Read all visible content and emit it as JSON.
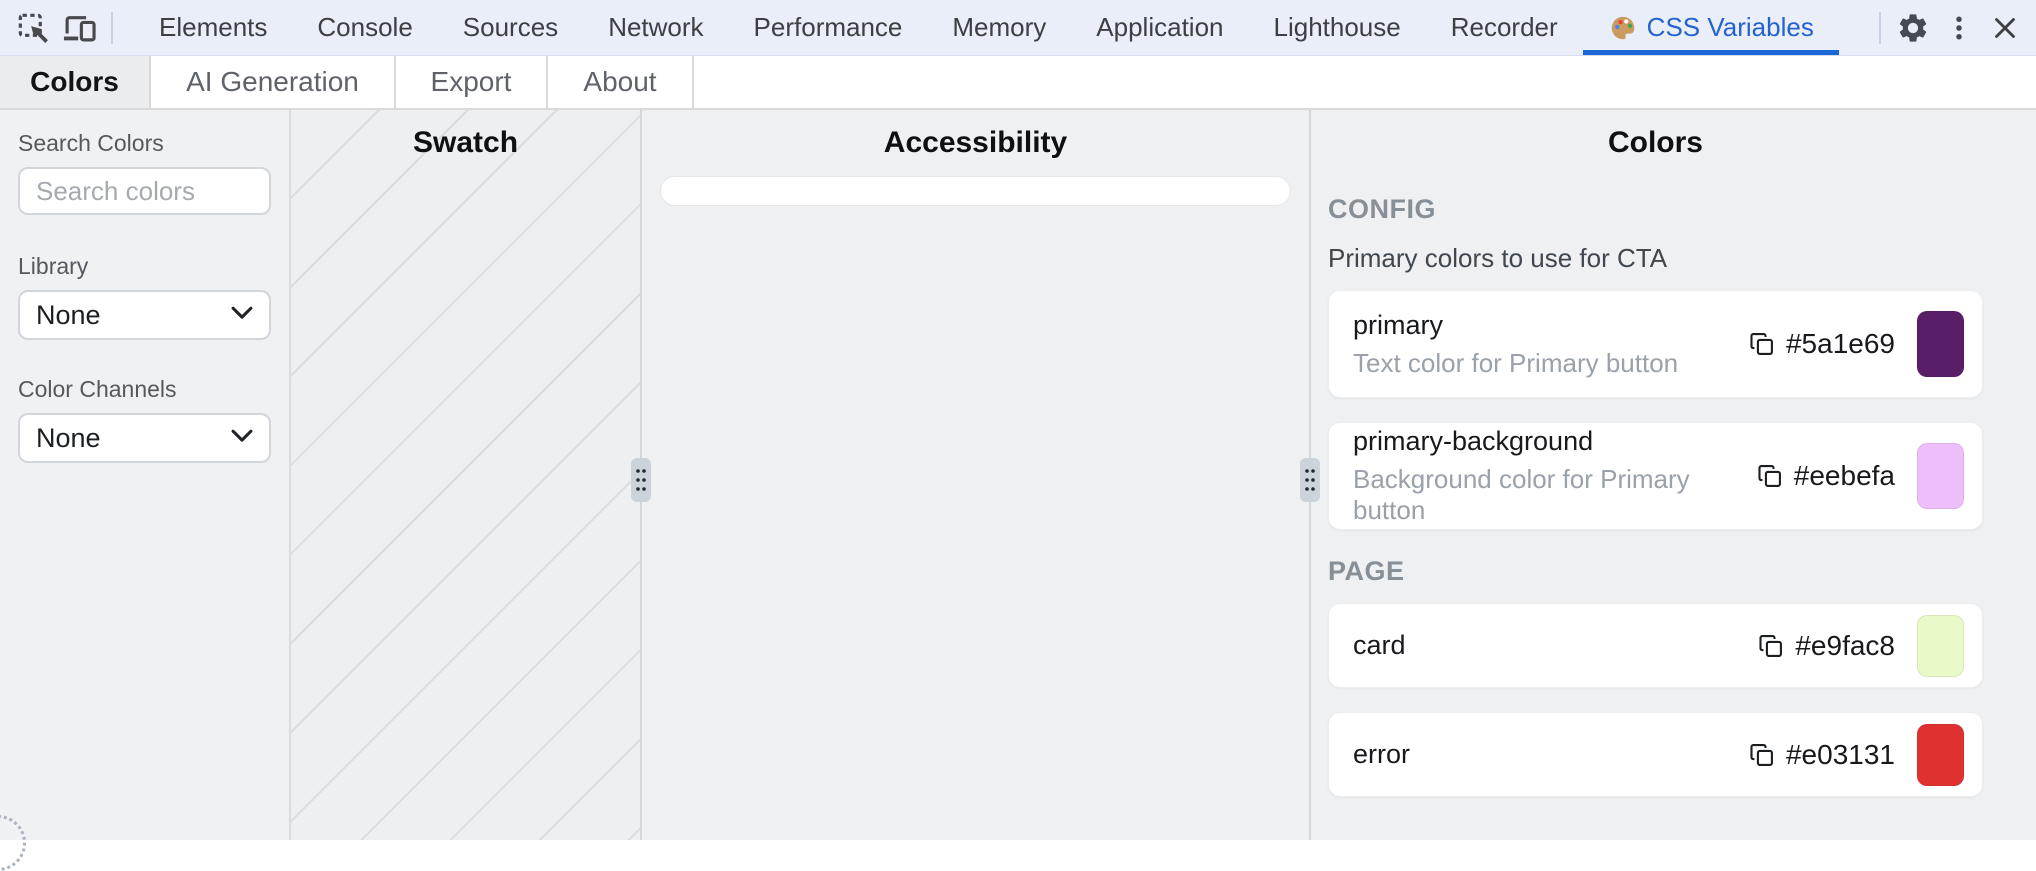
{
  "accent": "#1a66d2",
  "topbar": {
    "tabs": [
      {
        "label": "Elements"
      },
      {
        "label": "Console"
      },
      {
        "label": "Sources"
      },
      {
        "label": "Network"
      },
      {
        "label": "Performance"
      },
      {
        "label": "Memory"
      },
      {
        "label": "Application"
      },
      {
        "label": "Lighthouse"
      },
      {
        "label": "Recorder"
      },
      {
        "label": "CSS Variables",
        "active": true,
        "icon": "palette-icon"
      }
    ],
    "icons": {
      "left": [
        "inspect-element-icon",
        "device-toolbar-icon"
      ],
      "right": [
        "settings-gear-icon",
        "more-options-icon",
        "close-icon"
      ]
    }
  },
  "subtabs": [
    {
      "label": "Colors",
      "active": true
    },
    {
      "label": "AI Generation"
    },
    {
      "label": "Export"
    },
    {
      "label": "About"
    }
  ],
  "sidebar": {
    "search_label": "Search Colors",
    "search_placeholder": "Search colors",
    "library_label": "Library",
    "library_value": "None",
    "channels_label": "Color Channels",
    "channels_value": "None",
    "select_icon": "chevron-down-icon"
  },
  "swatch_panel": {
    "title": "Swatch"
  },
  "accessibility_panel": {
    "title": "Accessibility"
  },
  "colors_panel": {
    "title": "Colors",
    "card_action_icon": "copy-icon",
    "resize_icon": "drag-handle-icon",
    "sections": [
      {
        "label": "CONFIG",
        "subtitle": "Primary colors to use for CTA",
        "items": [
          {
            "name": "primary",
            "description": "Text color for Primary button",
            "hex": "#5a1e69"
          },
          {
            "name": "primary-background",
            "description": "Background color for Primary button",
            "hex": "#eebefa"
          }
        ]
      },
      {
        "label": "PAGE",
        "subtitle": "",
        "items": [
          {
            "name": "card",
            "hex": "#e9fac8"
          },
          {
            "name": "error",
            "hex": "#e03131"
          }
        ]
      }
    ]
  }
}
